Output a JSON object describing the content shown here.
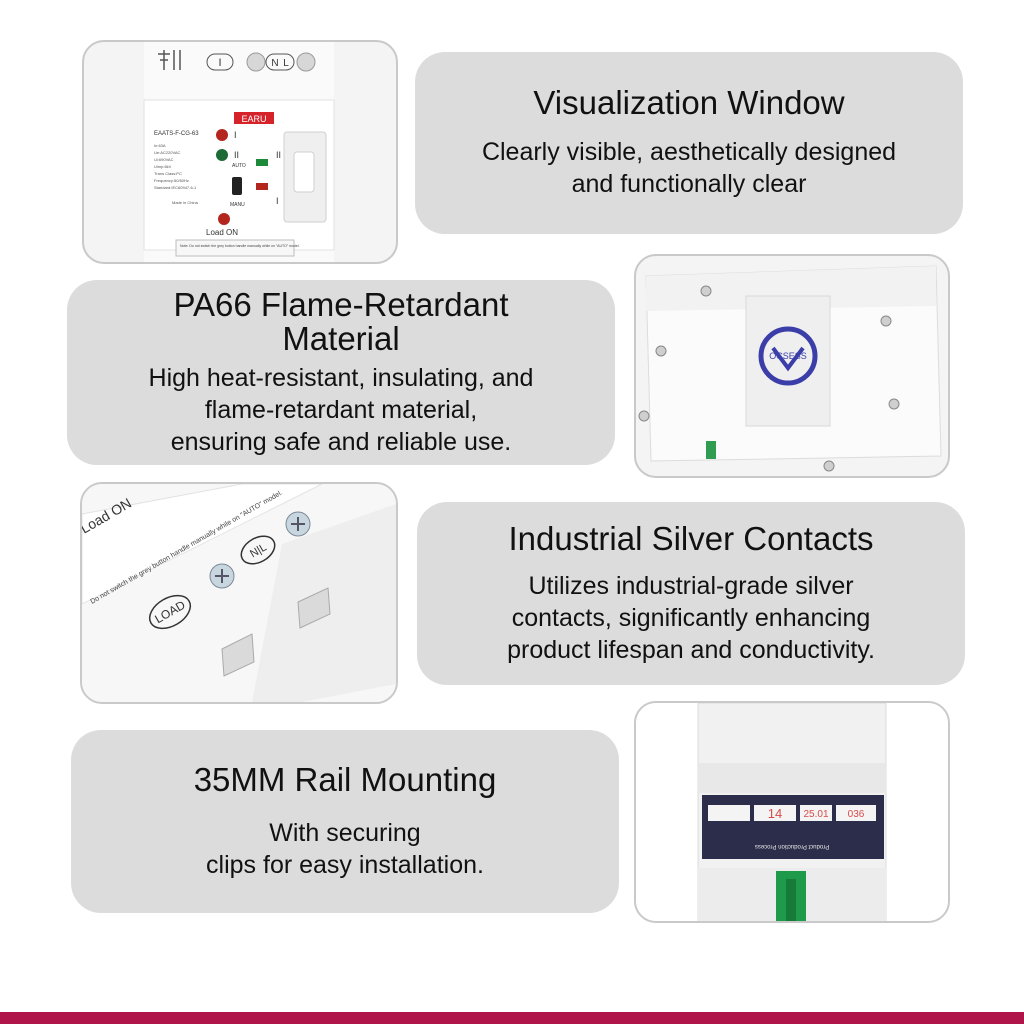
{
  "features": [
    {
      "title": "Visualization Window",
      "desc": [
        "Clearly visible, aesthetically designed",
        "and functionally clear"
      ]
    },
    {
      "title": "PA66 Flame-Retardant Material",
      "title_lines": [
        "PA66 Flame-Retardant",
        "Material"
      ],
      "desc": [
        "High heat-resistant, insulating, and",
        "flame-retardant material,",
        "ensuring safe and reliable use."
      ]
    },
    {
      "title": "Industrial Silver Contacts",
      "desc": [
        "Utilizes industrial-grade silver",
        "contacts, significantly enhancing",
        "product lifespan and conductivity."
      ]
    },
    {
      "title": "35MM Rail Mounting",
      "desc": [
        "With securing",
        "clips for easy installation."
      ]
    }
  ],
  "photo1": {
    "brand": "EARU",
    "model": "EAATS-F-CG-63",
    "terminal_labels": [
      "I",
      "N",
      "L"
    ],
    "switch_labels": [
      "I",
      "II",
      "AUTO",
      "MANU"
    ],
    "spec_lines": [
      "In:63A",
      "Ue:AC220VAC",
      "Ui:690VAC",
      "Uimp:6kV",
      "Trans Class:PC",
      "Frequency:50/60Hz",
      "Standard:IEC60947-6-1",
      "Made in China"
    ],
    "status_label": "Load ON",
    "note": "Note: Do not switch the grey button handle manually while on \"AUTO\" model."
  },
  "photo2": {
    "mark_text": "OCSESS"
  },
  "photo3": {
    "load_label": "LOAD",
    "nl_label": "N|L",
    "status_label": "Load ON",
    "note": "Do not switch the grey button handle manually while on \"AUTO\" model."
  },
  "photo4": {
    "label_values": [
      "14",
      "25.01",
      "036"
    ],
    "label_footer": "Product Production Process"
  },
  "colors": {
    "card_bg": "#dcdcdc",
    "accent": "#b0154a",
    "green_clip": "#1f9a4a"
  }
}
